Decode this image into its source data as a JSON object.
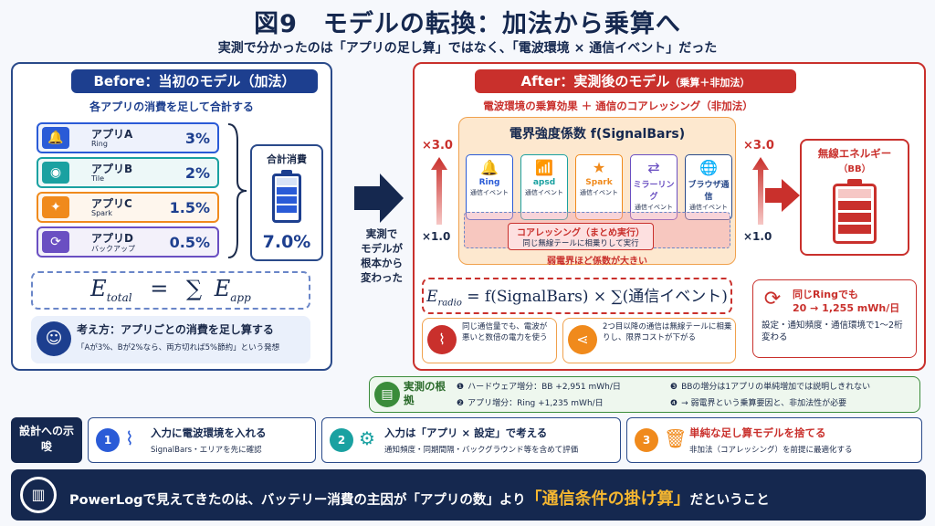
{
  "title": "図9　モデルの転換：加法から乗算へ",
  "subtitle": "実測で分かったのは「アプリの足し算」ではなく、「電波環境 × 通信イベント」だった",
  "before": {
    "header": "Before：当初のモデル（加法）",
    "caption": "各アプリの消費を足して合計する",
    "apps": [
      {
        "name": "アプリA",
        "sub": "Ring",
        "pct": "3%",
        "color": "#2a5bd7"
      },
      {
        "name": "アプリB",
        "sub": "Tile",
        "pct": "2%",
        "color": "#1aa1a1"
      },
      {
        "name": "アプリC",
        "sub": "Spark",
        "pct": "1.5%",
        "color": "#f08a1c"
      },
      {
        "name": "アプリD",
        "sub": "バックアップ",
        "pct": "0.5%",
        "color": "#6a4fc2"
      }
    ],
    "total_label": "合計消費",
    "total_value": "7.0%",
    "formula_left": "E",
    "formula_left_sub": "total",
    "formula_eq": "=",
    "formula_sum": "∑",
    "formula_right": "E",
    "formula_right_sub": "app",
    "idea_title": "考え方：アプリごとの消費を足し算する",
    "idea_text": "「Aが3%、Bが2%なら、両方切れば5%節約」という発想"
  },
  "arrow_text": "実測で\nモデルが\n根本から\n変わった",
  "after": {
    "header": "After：実測後のモデル",
    "header_sub": "（乗算＋非加法）",
    "caption": "電波環境の乗算効果 ＋ 通信のコアレッシング（非加法）",
    "coef_title": "電界強度係数 f(SignalBars)",
    "mult_top": "×3.0",
    "mult_bottom": "×1.0",
    "events": [
      {
        "name": "Ring",
        "sub": "通信イベント",
        "icon": "🔔"
      },
      {
        "name": "apsd",
        "sub": "通信イベント",
        "icon": "📶"
      },
      {
        "name": "Spark",
        "sub": "通信イベント",
        "icon": "★"
      },
      {
        "name": "ミラーリング",
        "sub": "通信イベント",
        "icon": "⇄"
      },
      {
        "name": "ブラウザ通信",
        "sub": "通信イベント",
        "icon": "🌐"
      }
    ],
    "coalesce_title": "コアレッシング（まとめ実行）",
    "coalesce_text": "同じ無線テールに相乗りして実行",
    "weak_note": "弱電界ほど係数が大きい",
    "radio_label": "無線エネルギー",
    "radio_sub": "（BB）",
    "formula": "E_radio = f(SignalBars) × ∑(通信イベント)",
    "f_left": "E",
    "f_left_sub": "radio",
    "f_mid": "= f(SignalBars) × ∑(通信イベント)",
    "note1": "同じ通信量でも、電波が悪いと数倍の電力を使う",
    "note2": "2つ目以降の通信は無線テールに相乗りし、限界コストが下がる",
    "ring_title": "同じRingでも",
    "ring_value": "20 → 1,255 mWh/日",
    "ring_text": "設定・通知頻度・通信環境で1〜2桁変わる"
  },
  "evidence": {
    "label": "実測の根拠",
    "items": [
      "ハードウェア増分：BB +2,951 mWh/日",
      "アプリ増分：Ring +1,235 mWh/日",
      "BBの増分は1アプリの単純増加では説明しきれない",
      "→ 弱電界という乗算要因と、非加法性が必要"
    ]
  },
  "implications": {
    "label": "設計への示唆",
    "items": [
      {
        "num": "1",
        "title": "入力に電波環境を入れる",
        "text": "SignalBars・エリアを先に確認",
        "color": "#2a5bd7"
      },
      {
        "num": "2",
        "title": "入力は「アプリ × 設定」で考える",
        "text": "通知頻度・同期間隔・バックグラウンド等を含めて評価",
        "color": "#1aa1a1"
      },
      {
        "num": "3",
        "title": "単純な足し算モデルを捨てる",
        "text": "非加法（コアレッシング）を前提に最適化する",
        "color": "#f08a1c"
      }
    ]
  },
  "footer": {
    "pre": "PowerLogで見えてきたのは、バッテリー消費の主因が「アプリの数」より",
    "highlight": "「通信条件の掛け算」",
    "post": "だということ"
  }
}
